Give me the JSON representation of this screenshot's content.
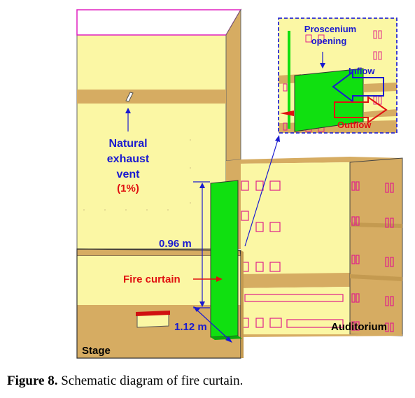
{
  "labels": {
    "natural_exhaust_line1": "Natural",
    "natural_exhaust_line2": "exhaust",
    "natural_exhaust_line3": "vent",
    "natural_exhaust_pct": "(1%)",
    "dim_096": "0.96 m",
    "dim_112": "1.12 m",
    "fire_curtain": "Fire curtain",
    "stage": "Stage",
    "auditorium": "Auditorium",
    "proscenium_line1": "Proscenium",
    "proscenium_line2": "opening",
    "inflow": "Inflow",
    "outflow": "Outflow"
  },
  "caption": {
    "figure_label": "Figure 8.",
    "text": "Schematic diagram of fire curtain."
  },
  "colors": {
    "wall_yellow": "#fbf7a4",
    "wall_tan": "#d6ac62",
    "curtain_green": "#10e010",
    "label_blue": "#1a1ad0",
    "label_red": "#e01010",
    "window_magenta": "#e0208a"
  }
}
